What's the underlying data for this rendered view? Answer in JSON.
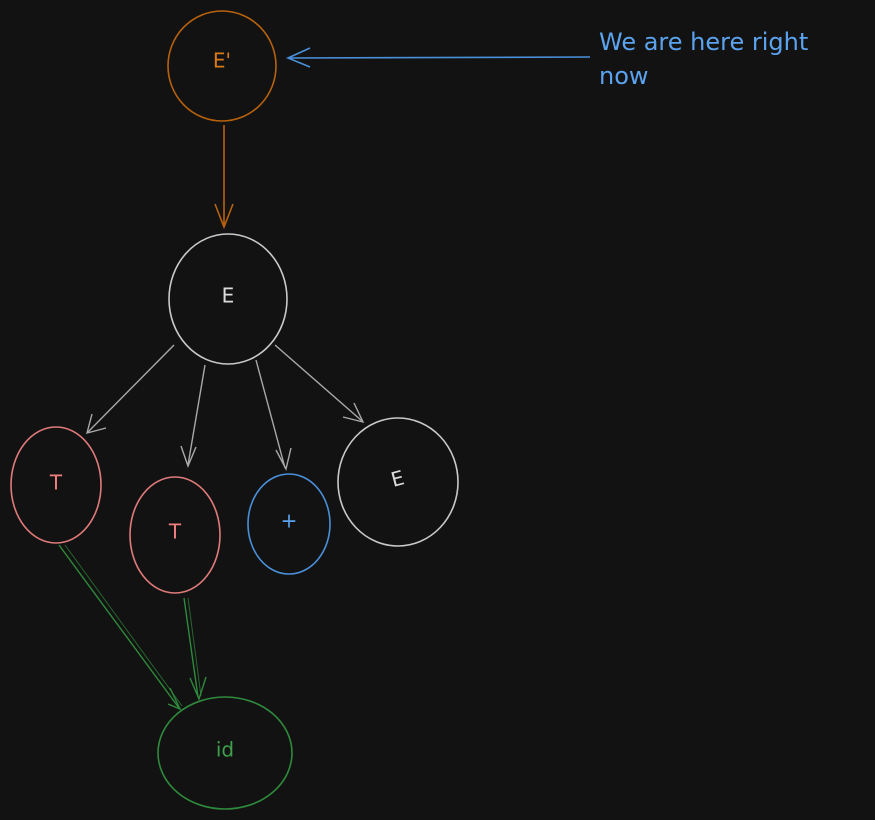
{
  "diagram": {
    "colors": {
      "background": "#121212",
      "orange": "#b8620d",
      "orange_text": "#d97a1a",
      "white": "#c9c9c9",
      "red": "#e07b7b",
      "blue": "#4a90d9",
      "blue_text": "#5ba3ef",
      "green": "#2f8a3c",
      "green_text": "#3fa04c"
    },
    "nodes": {
      "e_prime": {
        "label": "E'"
      },
      "e_main": {
        "label": "E"
      },
      "t1": {
        "label": "T"
      },
      "t2": {
        "label": "T"
      },
      "plus": {
        "label": "+"
      },
      "e_child": {
        "label": "E"
      },
      "id": {
        "label": "id"
      }
    },
    "annotation": {
      "line1": "We are here right",
      "line2": "now"
    }
  }
}
